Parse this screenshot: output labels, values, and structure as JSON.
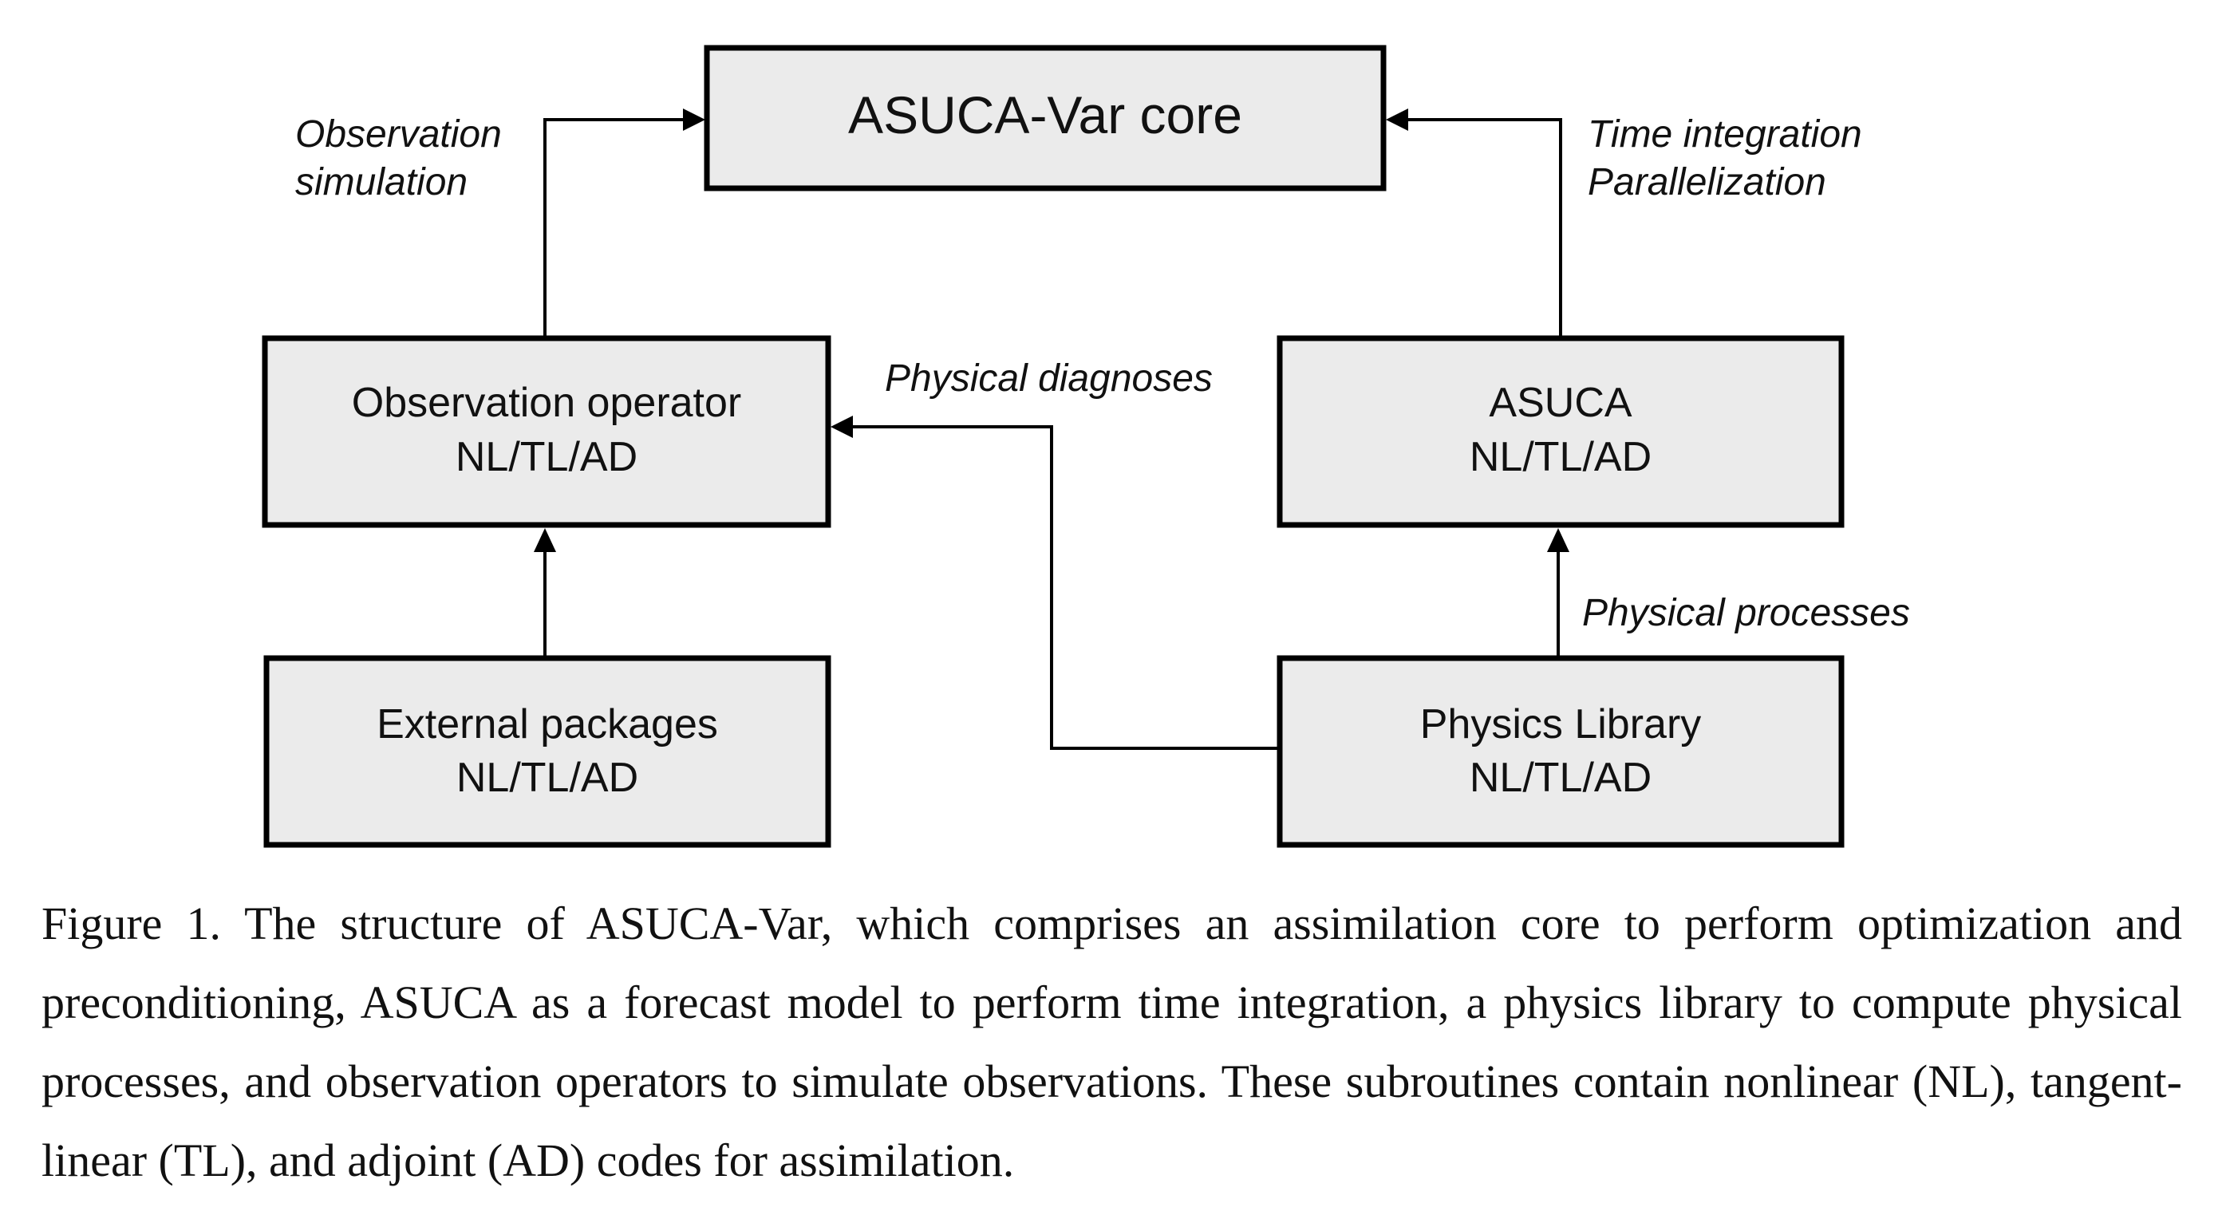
{
  "diagram": {
    "boxes": {
      "core": {
        "title": "ASUCA-Var core"
      },
      "obs_operator": {
        "title": "Observation operator",
        "subtitle": "NL/TL/AD"
      },
      "asuca": {
        "title": "ASUCA",
        "subtitle": "NL/TL/AD"
      },
      "external": {
        "title": "External packages",
        "subtitle": "NL/TL/AD"
      },
      "physics": {
        "title": "Physics Library",
        "subtitle": "NL/TL/AD"
      }
    },
    "labels": {
      "obs_sim_line1": "Observation",
      "obs_sim_line2": "simulation",
      "time_line1": "Time integration",
      "time_line2": "Parallelization",
      "physical_diagnoses": "Physical diagnoses",
      "physical_processes": "Physical processes"
    }
  },
  "caption": "Figure 1. The structure of ASUCA-Var, which comprises an assimilation core to perform optimization and preconditioning, ASUCA as a forecast model to perform time integration, a physics library to compute physical processes, and observation operators to simulate observations. These subroutines contain nonlinear (NL), tangent-linear (TL), and adjoint (AD) codes for assimilation."
}
